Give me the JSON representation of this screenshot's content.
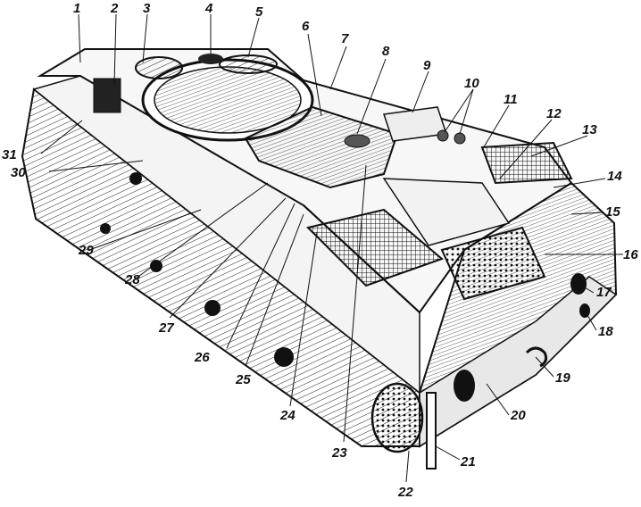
{
  "figure": {
    "callouts": [
      "1",
      "2",
      "3",
      "4",
      "5",
      "6",
      "7",
      "8",
      "9",
      "10",
      "11",
      "12",
      "13",
      "14",
      "15",
      "16",
      "17",
      "18",
      "19",
      "20",
      "21",
      "22",
      "23",
      "24",
      "25",
      "26",
      "27",
      "28",
      "29",
      "30",
      "31"
    ],
    "colors": {
      "ink": "#111111",
      "paper": "#ffffff",
      "metal_light": "#e6e6e6",
      "metal_mid": "#c9c9c9",
      "metal_dark": "#8c8c8c"
    }
  }
}
